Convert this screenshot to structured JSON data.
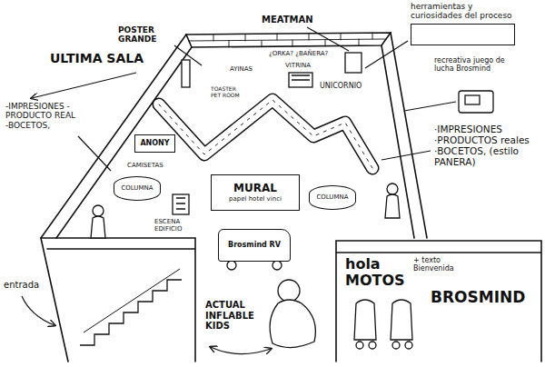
{
  "diagram": {
    "nodes": [
      {
        "text": [
          "herramientas y curiosidades del proceso"
        ]
      },
      {
        "text": [
          "MURAL",
          "papel hotel vinci"
        ]
      },
      {
        "text": [
          "COLUMNA"
        ]
      },
      {
        "text": [
          "COLUMNA"
        ]
      },
      {
        "text": [
          "Brosmind RV"
        ]
      },
      {
        "text": [
          "ANONY"
        ]
      }
    ],
    "labels": [
      "ULTIMA SALA",
      "POSTER GRANDE",
      "MEATMAN",
      "recreativa juego de lucha Brosmind",
      "¿ORKA? ¿BAÑERA?",
      "AYINAS",
      "VITRINA",
      "TOASTER PET ROOM",
      "UNICORNIO",
      "-IMPRESIONES -PRODUCTO REAL -BOCETOS,",
      "·IMPRESIONES ·PRODUCTOS reales ·BOCETOS, (estilo PANERA)",
      "CAMISETAS",
      "ESCENA EDIFICIO",
      "hola MOTOS",
      "+ texto Bienvenida",
      "BROSMIND",
      "entrada",
      "ACTUAL INFLABLE KIDS"
    ]
  }
}
